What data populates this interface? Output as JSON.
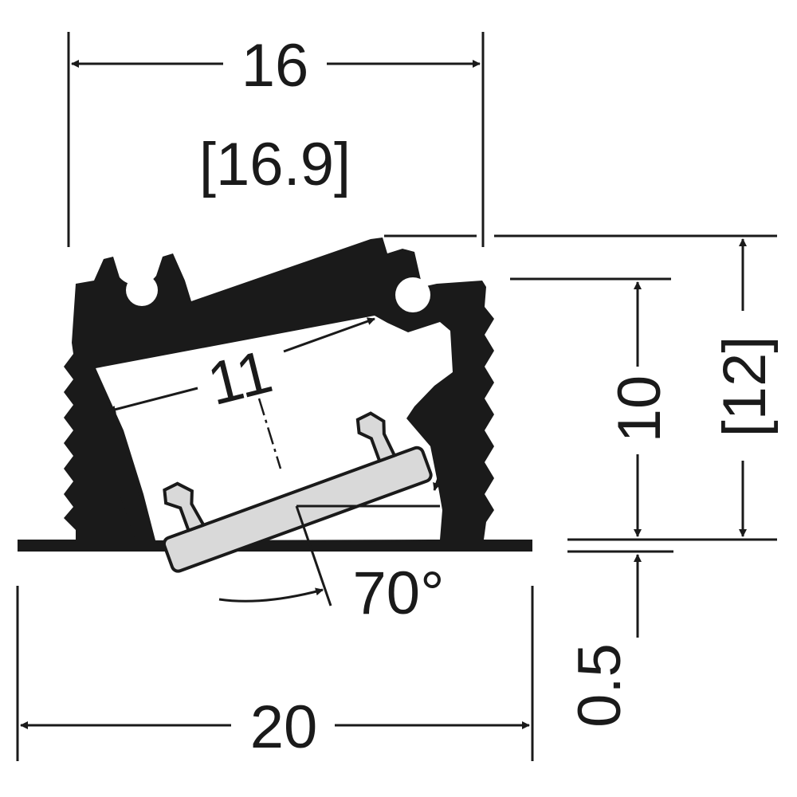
{
  "dimensions": {
    "top_width": "16",
    "top_width_alt": "[16.9]",
    "inner_width": "11",
    "angle": "70°",
    "bottom_width": "20",
    "inner_height": "10",
    "total_height_alt": "[12]",
    "flange_thickness": "0.5"
  },
  "colors": {
    "profile": "#1a1a1a",
    "diffuser": "#d9d9d9",
    "background": "#ffffff"
  }
}
